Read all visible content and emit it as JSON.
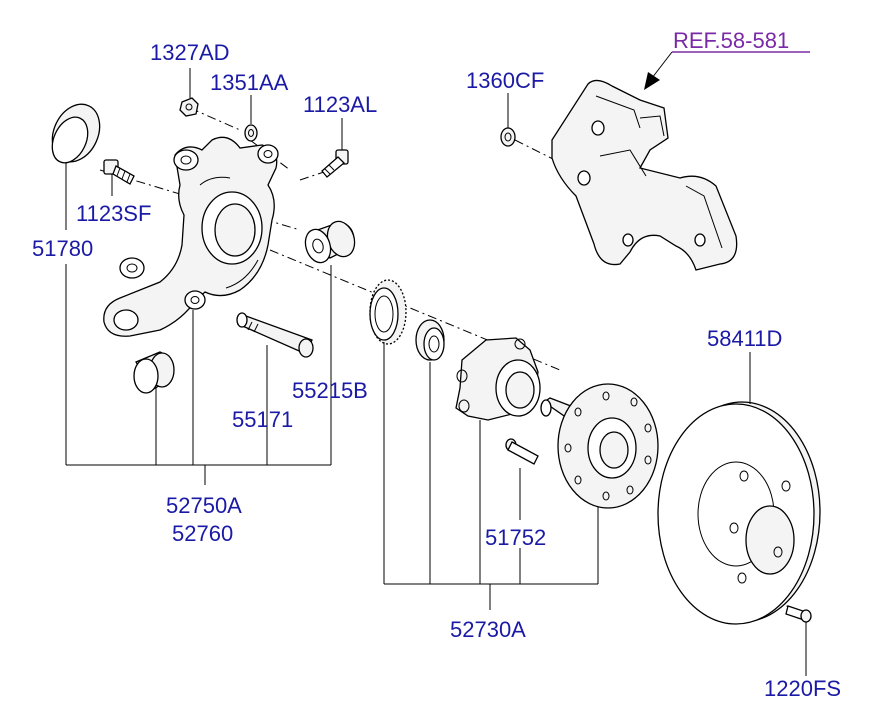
{
  "labels": {
    "l1327AD": "1327AD",
    "l1351AA": "1351AA",
    "l1123AL": "1123AL",
    "l1123SF": "1123SF",
    "l51780": "51780",
    "l55215B": "55215B",
    "l55171": "55171",
    "l52750A": "52750A",
    "l52760": "52760",
    "l1360CF": "1360CF",
    "ref": "REF.58-581",
    "l58411D": "58411D",
    "l51752": "51752",
    "l52730A": "52730A",
    "l1220FS": "1220FS"
  },
  "colors": {
    "label_text": "#1a1aa6",
    "ref_text": "#7a2aa6",
    "line": "#000000",
    "background": "#ffffff"
  }
}
